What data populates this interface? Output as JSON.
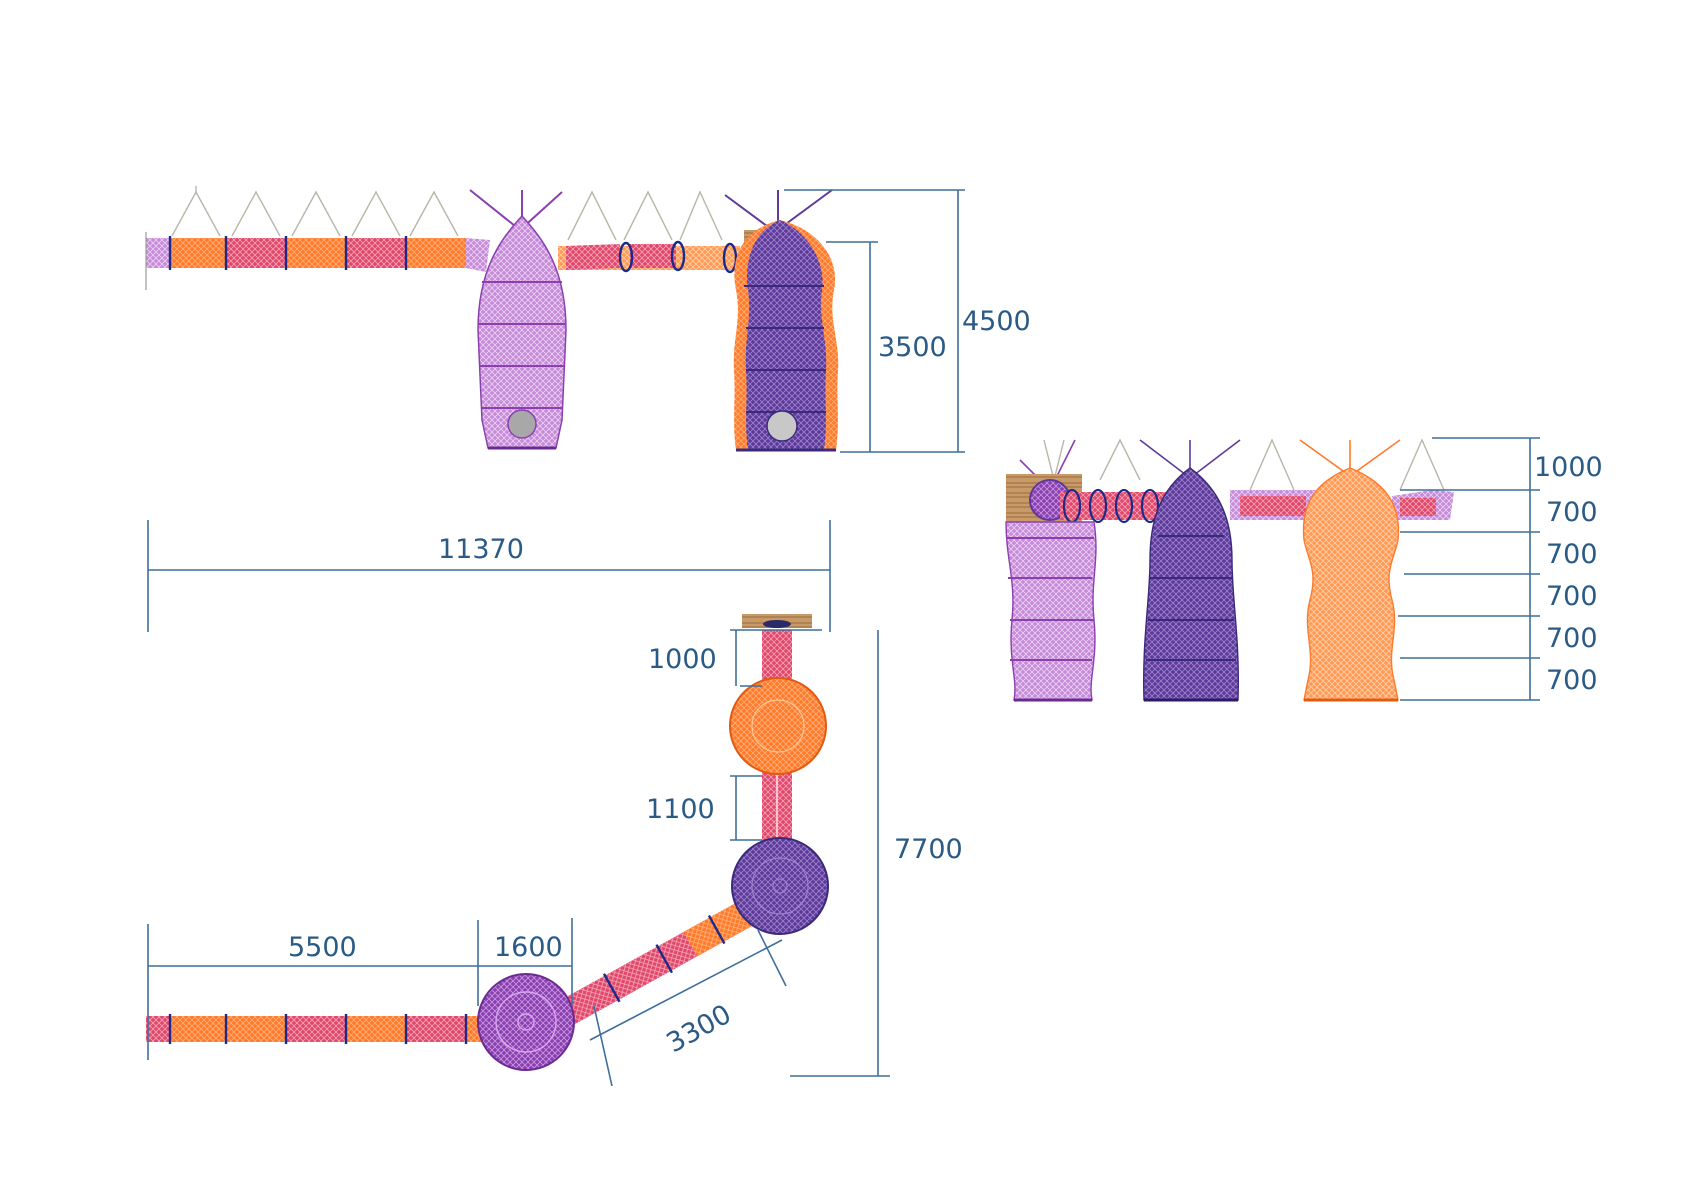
{
  "colors": {
    "orange": "#ff7a2a",
    "light_orange": "#ff9955",
    "purple": "#8b3fb0",
    "violet": "#c58ad8",
    "dark_violet": "#5e3a9a",
    "pink_red": "#e0476a",
    "ring_blue": "#1d2a8a",
    "dimension_blue": "#3f6f9a",
    "wood": "#c89a6a"
  },
  "dimensions": {
    "elevation_total_height": "4500",
    "elevation_tower_height": "3500",
    "overall_length": "11370",
    "plan_straight_run": "5500",
    "plan_hub_diameter": "1600",
    "plan_diagonal_tunnel": "3300",
    "plan_overall_depth": "7700",
    "plan_top_tunnel": "1000",
    "plan_mid_tunnel": "1100",
    "side_top_section": "1000",
    "side_section_1": "700",
    "side_section_2": "700",
    "side_section_3": "700",
    "side_section_4": "700",
    "side_section_5": "700"
  }
}
